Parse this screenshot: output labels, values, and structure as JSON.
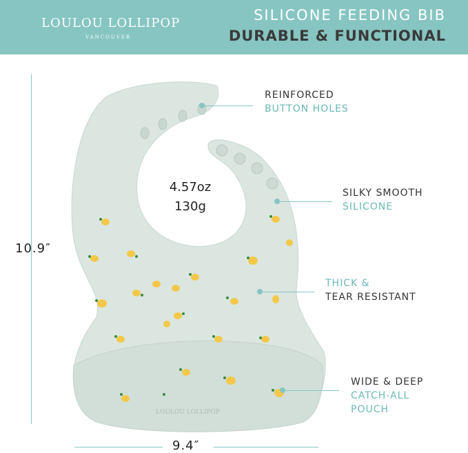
{
  "header": {
    "brand": "LOULOU LOLLIPOP",
    "brand_sub": "VANCOUVER",
    "title_line1": "SILICONE FEEDING BIB",
    "title_line2": "DURABLE & FUNCTIONAL",
    "background_color": "#86c5c2"
  },
  "product": {
    "weight_oz": "4.57oz",
    "weight_g": "130g",
    "height_label": "10.9″",
    "width_label": "9.4″",
    "logo_text": "LOULOU LOLLIPOP",
    "bib_color": "#d8e4df",
    "pattern": "lemons"
  },
  "callouts": [
    {
      "line1": "REINFORCED",
      "line2": "BUTTON HOLES",
      "line1_style": "dark",
      "line2_style": "teal"
    },
    {
      "line1": "SILKY SMOOTH",
      "line2": "SILICONE",
      "line1_style": "dark",
      "line2_style": "teal"
    },
    {
      "line1": "THICK &",
      "line2": "TEAR RESISTANT",
      "line1_style": "teal",
      "line2_style": "dark"
    },
    {
      "line1": "WIDE & DEEP",
      "line2": "CATCH-ALL",
      "line3": "POUCH",
      "line1_style": "dark",
      "line2_style": "teal"
    }
  ],
  "colors": {
    "teal": "#86c5c2",
    "text_teal": "#6bb8b4",
    "text_dark": "#333333"
  }
}
